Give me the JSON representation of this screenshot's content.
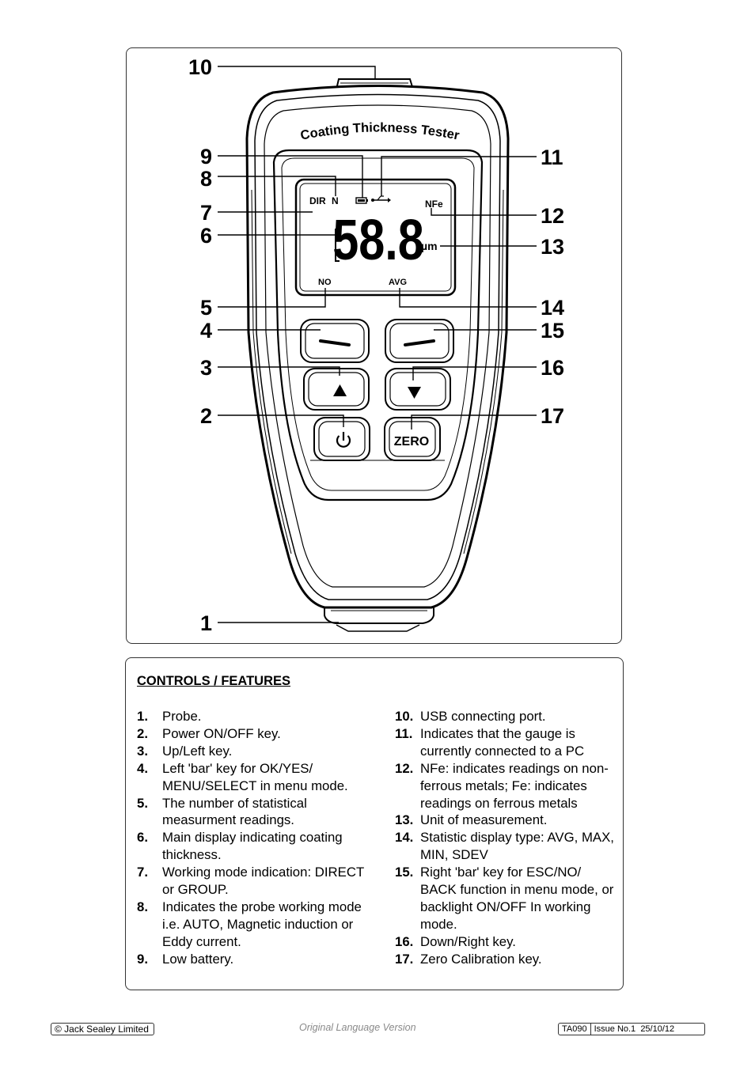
{
  "device": {
    "title": "Coating Thickness Tester",
    "display": {
      "mode": "DIR",
      "probe": "N",
      "metal": "NFe",
      "reading": "58.8",
      "unit": "µm",
      "count_label": "NO",
      "stat_label": "AVG"
    },
    "zero_key_label": "ZERO"
  },
  "callouts": [
    "1",
    "2",
    "3",
    "4",
    "5",
    "6",
    "7",
    "8",
    "9",
    "10",
    "11",
    "12",
    "13",
    "14",
    "15",
    "16",
    "17"
  ],
  "features": {
    "title": "CONTROLS / FEATURES",
    "left": [
      {
        "num": "1.",
        "text": "Probe."
      },
      {
        "num": "2.",
        "text": "Power ON/OFF key."
      },
      {
        "num": "3.",
        "text": "Up/Left key."
      },
      {
        "num": "4.",
        "text": "Left 'bar' key for OK/YES/ MENU/SELECT in menu mode."
      },
      {
        "num": "5.",
        "text": "The number of statistical measurment readings."
      },
      {
        "num": "6.",
        "text": "Main display indicating coating thickness."
      },
      {
        "num": "7.",
        "text": "Working mode indication: DIRECT or GROUP."
      },
      {
        "num": "8.",
        "text": "Indicates the probe working mode i.e. AUTO, Magnetic induction or Eddy current."
      },
      {
        "num": "9.",
        "text": "Low battery."
      }
    ],
    "right": [
      {
        "num": "10.",
        "text": "USB connecting port."
      },
      {
        "num": "11.",
        "text": "Indicates that the gauge is currently connected to a PC"
      },
      {
        "num": "12.",
        "text": "NFe: indicates readings on non-ferrous metals; Fe: indicates readings on ferrous metals"
      },
      {
        "num": "13.",
        "text": "Unit of measurement."
      },
      {
        "num": "14.",
        "text": "Statistic display type: AVG, MAX, MIN, SDEV"
      },
      {
        "num": "15.",
        "text": "Right 'bar' key for ESC/NO/ BACK function in menu mode, or backlight ON/OFF In working mode."
      },
      {
        "num": "16.",
        "text": "Down/Right key."
      },
      {
        "num": "17.",
        "text": "Zero Calibration key."
      }
    ]
  },
  "footer": {
    "copyright": "© Jack Sealey Limited",
    "center": "Original Language Version",
    "model": "TA090",
    "issue": "Issue No.1",
    "date": "25/10/12"
  }
}
